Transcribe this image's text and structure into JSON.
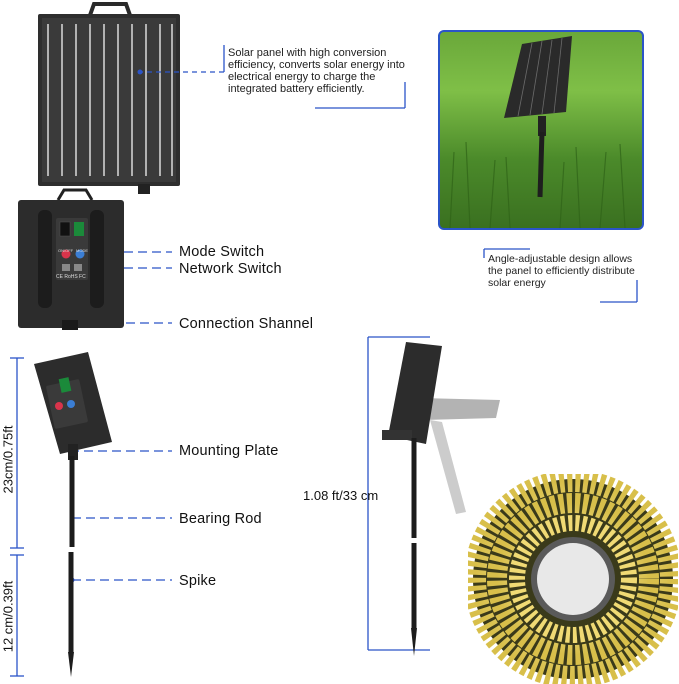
{
  "callouts": {
    "solar_panel": "Solar panel with high conversion efficiency, converts solar energy into electrical energy to charge the integrated battery efficiently.",
    "angle": "Angle-adjustable design allows the panel to efficiently distribute solar energy"
  },
  "labels": {
    "mode_switch": "Mode Switch",
    "network_switch": "Network Switch",
    "connection_channel": "Connection Shannel",
    "mounting_plate": "Mounting Plate",
    "bearing_rod": "Bearing Rod",
    "spike": "Spike"
  },
  "dimensions": {
    "upper_height": "23cm/0.75ft",
    "lower_height": "12 cm/0.39ft",
    "total_height": "1.08 ft/33 cm"
  },
  "box_text": {
    "on_off": "ON/OFF",
    "mode": "MODE",
    "certifications": "CE RoHS FC"
  },
  "colors": {
    "accent": "#2b54c8",
    "panel_dark": "#2a2a2a",
    "grass": "#4f8a2c",
    "led_warm": "#f3e28a"
  }
}
